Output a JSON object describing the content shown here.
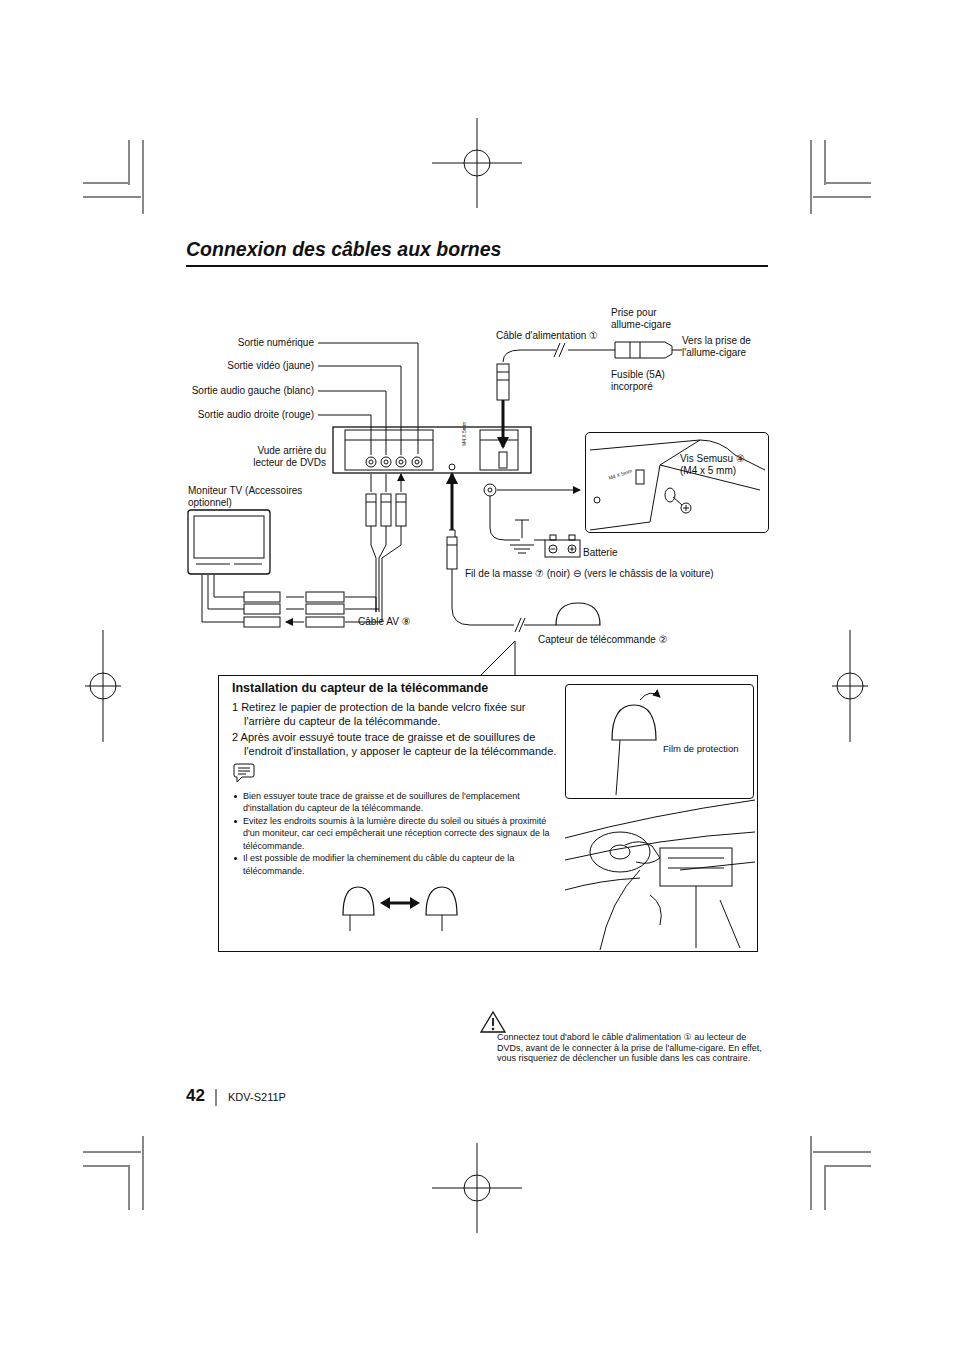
{
  "diagram": {
    "title": "Connexion des câbles aux bornes",
    "nodes": [
      {
        "text": [
          "Vis Semusu ④ (M4 x 5 mm)"
        ]
      },
      {
        "text": [
          "Installation du capteur de la télécommande",
          "1 Retirez le papier de protection de la bande velcro fixée sur l'arrière du capteur de la télécommande.",
          "2 Après avoir essuyé toute trace de graisse et de souillures de l'endroit d'installation, y apposer le capteur de la télécommande.",
          "Bien essuyer toute trace de graisse et de souillures de l'emplacement d'installation du capteur de la télécommande.",
          "Evitez les endroits soumis à la lumière directe du soleil ou situés à proximité d'un moniteur, car ceci empêcherait une réception correcte des signaux de la télécommande.",
          "Il est possible de modifier la cheminement du câble du capteur de la télécommande."
        ]
      },
      {
        "text": [
          "Film de protection"
        ],
        "in": 1
      }
    ],
    "labels": [
      "Sortie numérique",
      "Sortie vidéo (jaune)",
      "Sortie audio gauche (blanc)",
      "Sortie audio droite (rouge)",
      "Vude arrière du lecteur de DVDs",
      "Moniteur TV (Accessoires optionnel)",
      "Câble AV ⑧",
      "Câble d'alimentation ①",
      "Prise pour allume-cigare",
      "Vers la prise de l'allume-cigare",
      "Fusible (5A) incorporé",
      "Batterie",
      "Fil de la masse ⑦ (noir) ⊖ (vers le châssis de la voiture)",
      "Capteur de télécommande ②",
      "M4 X 5mm",
      "M4 X 5mm",
      "Connectez tout d'abord le câble d'alimentation ① au lecteur de DVDs, avant de le connecter à la prise de l'allume-cigare. En effet, vous risqueriez de déclencher un fusible dans les cas contraire.",
      "42",
      "KDV-S211P"
    ]
  }
}
